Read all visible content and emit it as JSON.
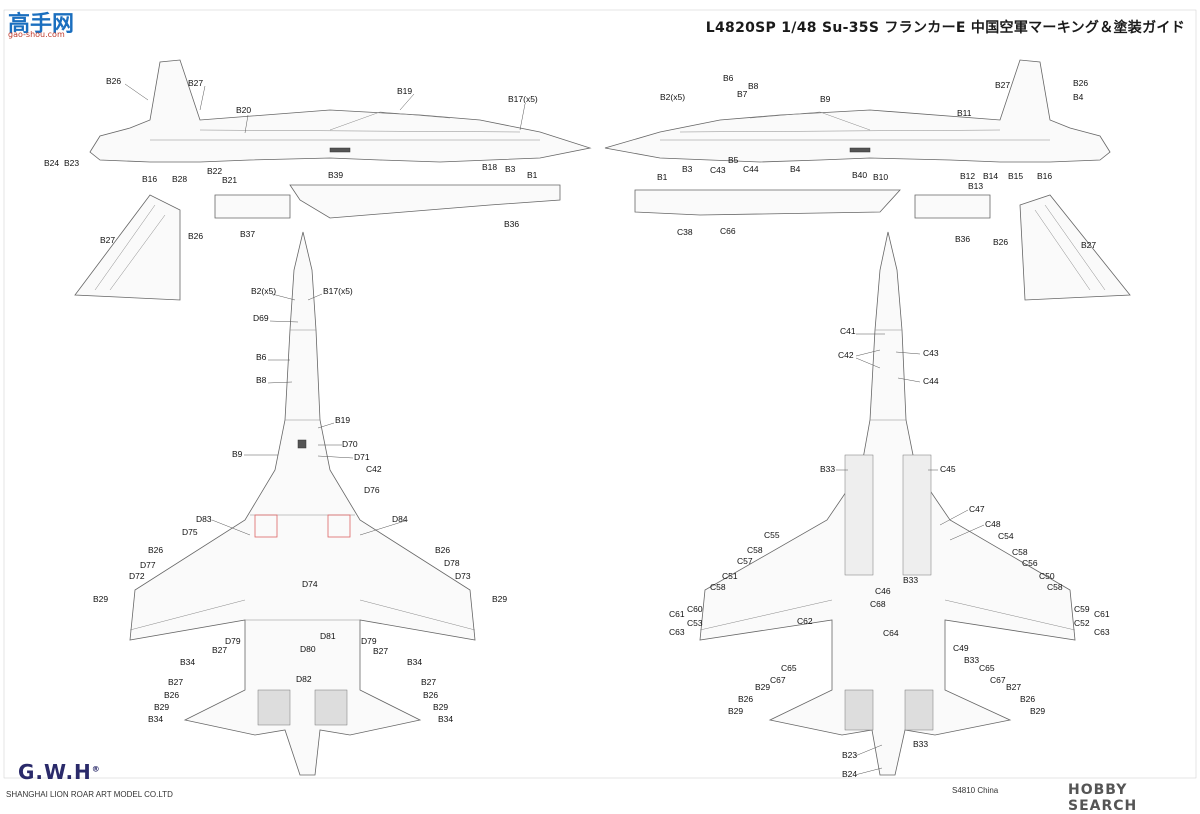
{
  "header": {
    "title": "L4820SP 1/48 Su-35S フランカーE 中国空軍マーキング＆塗装ガイド",
    "watermark_logo": "高手网",
    "watermark_sub": "gao-shou.com"
  },
  "footer": {
    "brand": "G.W.H",
    "brand_mark": "®",
    "company": "SHANGHAI LION ROAR ART MODEL CO.LTD",
    "code": "S4810 China",
    "hobby_search": "HOBBY SEARCH"
  },
  "labels": {
    "B26": "B26",
    "B27": "B27",
    "B19": "B19",
    "B20": "B20",
    "B17x5": "B17(x5)",
    "B24": "B24",
    "B23": "B23",
    "B16": "B16",
    "B28": "B28",
    "B22": "B22",
    "B21": "B21",
    "B39": "B39",
    "B18": "B18",
    "B3": "B3",
    "B1": "B1",
    "B37": "B37",
    "B36": "B36",
    "B2x5": "B2(x5)",
    "B6": "B6",
    "B7": "B7",
    "B8": "B8",
    "B9": "B9",
    "B4": "B4",
    "B11": "B11",
    "B5": "B5",
    "C43": "C43",
    "C44": "C44",
    "B40": "B40",
    "B10": "B10",
    "B12": "B12",
    "B14": "B14",
    "B15": "B15",
    "B13": "B13",
    "C38": "C38",
    "C66": "C66",
    "D69": "D69",
    "D70": "D70",
    "D71": "D71",
    "C42": "C42",
    "D76": "D76",
    "D83": "D83",
    "D75": "D75",
    "D84": "D84",
    "D77": "D77",
    "D72": "D72",
    "D78": "D78",
    "D73": "D73",
    "B29": "B29",
    "D74": "D74",
    "D79": "D79",
    "D81": "D81",
    "D80": "D80",
    "D82": "D82",
    "B34": "B34",
    "C41": "C41",
    "B33": "B33",
    "C45": "C45",
    "C47": "C47",
    "C48": "C48",
    "C55": "C55",
    "C54": "C54",
    "C58": "C58",
    "C57": "C57",
    "C56": "C56",
    "C51": "C51",
    "C50": "C50",
    "C46": "C46",
    "C68": "C68",
    "C61": "C61",
    "C60": "C60",
    "C59": "C59",
    "C53": "C53",
    "C62": "C62",
    "C52": "C52",
    "C63": "C63",
    "C64": "C64",
    "C49": "C49",
    "C65": "C65",
    "C67": "C67"
  }
}
